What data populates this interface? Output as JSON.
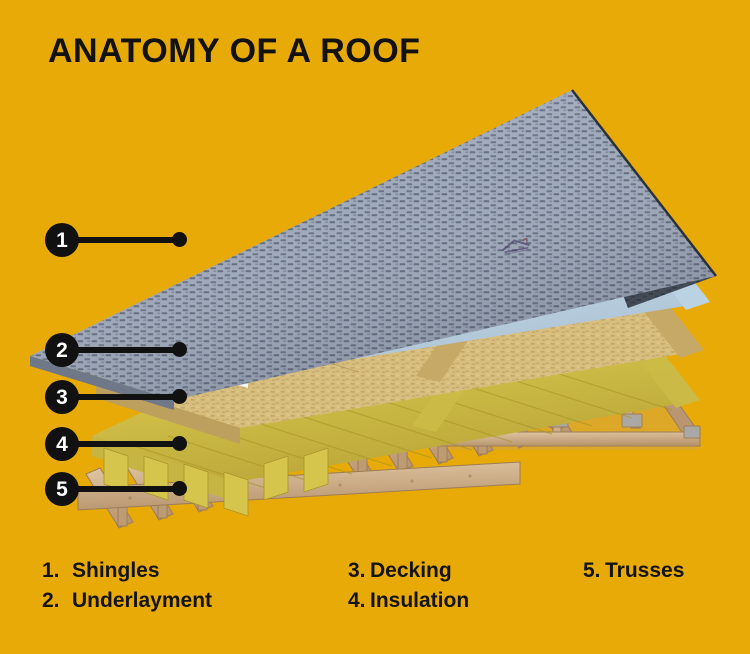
{
  "page": {
    "title": "ANATOMY OF A ROOF",
    "background_color": "#E8AA06",
    "text_color": "#121212"
  },
  "callouts": [
    {
      "number": "1",
      "target": "shingles"
    },
    {
      "number": "2",
      "target": "underlayment"
    },
    {
      "number": "3",
      "target": "decking"
    },
    {
      "number": "4",
      "target": "insulation"
    },
    {
      "number": "5",
      "target": "trusses"
    }
  ],
  "legend": {
    "columns": [
      {
        "items": [
          {
            "number": "1.",
            "label": "Shingles"
          },
          {
            "number": "2.",
            "label": "Underlayment"
          }
        ]
      },
      {
        "items": [
          {
            "number": "3.",
            "label": "Decking"
          },
          {
            "number": "4.",
            "label": "Insulation"
          }
        ]
      },
      {
        "items": [
          {
            "number": "5.",
            "label": "Trusses"
          }
        ]
      }
    ]
  },
  "illustration": {
    "description": "Exploded cutaway view of a pitched roof assembly",
    "layers": [
      {
        "name": "shingles",
        "color": "#9BA6B8"
      },
      {
        "name": "underlayment",
        "color": "#CFE0EC"
      },
      {
        "name": "decking",
        "color": "#D8BE7E"
      },
      {
        "name": "insulation",
        "color": "#D9C84F"
      },
      {
        "name": "trusses",
        "color": "#CBAA82"
      }
    ],
    "underlayment_mark": "roof-logo"
  }
}
